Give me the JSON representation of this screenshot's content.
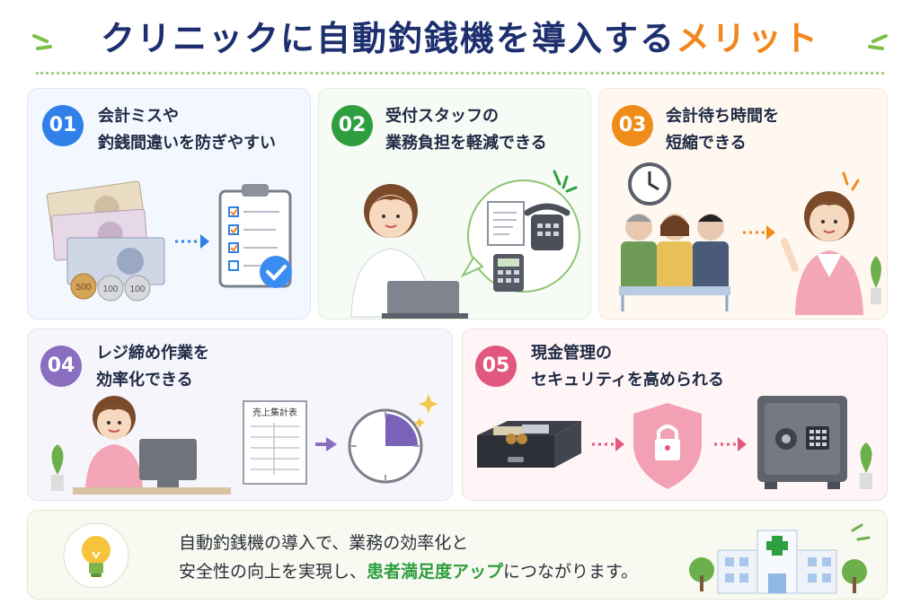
{
  "title": {
    "main": "クリニックに自動釣銭機を導入する",
    "accent": "メリット"
  },
  "colors": {
    "navy": "#1d2f6f",
    "orange": "#f2871d",
    "blue": "#2f80e8",
    "green": "#2e9e3f",
    "amber": "#f08c1a",
    "purple": "#8a6fc1",
    "pink": "#e2577f"
  },
  "cards": [
    {
      "num": "01",
      "line1": "会計ミスや",
      "line2": "釣銭間違いを防ぎやすい",
      "icons": [
        "banknote-icon",
        "coin-icon",
        "clipboard-check-icon"
      ]
    },
    {
      "num": "02",
      "line1": "受付スタッフの",
      "line2": "業務負担を軽減できる",
      "icons": [
        "receptionist-icon",
        "document-icon",
        "phone-icon",
        "calculator-icon"
      ]
    },
    {
      "num": "03",
      "line1": "会計待ち時間を",
      "line2": "短縮できる",
      "icons": [
        "clock-icon",
        "waiting-patients-icon",
        "receptionist-icon"
      ]
    },
    {
      "num": "04",
      "line1": "レジ締め作業を",
      "line2": "効率化できる",
      "icons": [
        "receptionist-icon",
        "report-icon",
        "timer-icon"
      ]
    },
    {
      "num": "05",
      "line1": "現金管理の",
      "line2": "セキュリティを高められる",
      "icons": [
        "cash-drawer-icon",
        "shield-lock-icon",
        "safe-icon"
      ]
    }
  ],
  "coins": [
    "500",
    "100",
    "100"
  ],
  "report_title": "売上集計表",
  "bottom": {
    "line1": "自動釣銭機の導入で、業務の効率化と",
    "line2_pre": "安全性の向上を実現し、",
    "line2_hl": "患者満足度アップ",
    "line2_post": "につながります。"
  }
}
